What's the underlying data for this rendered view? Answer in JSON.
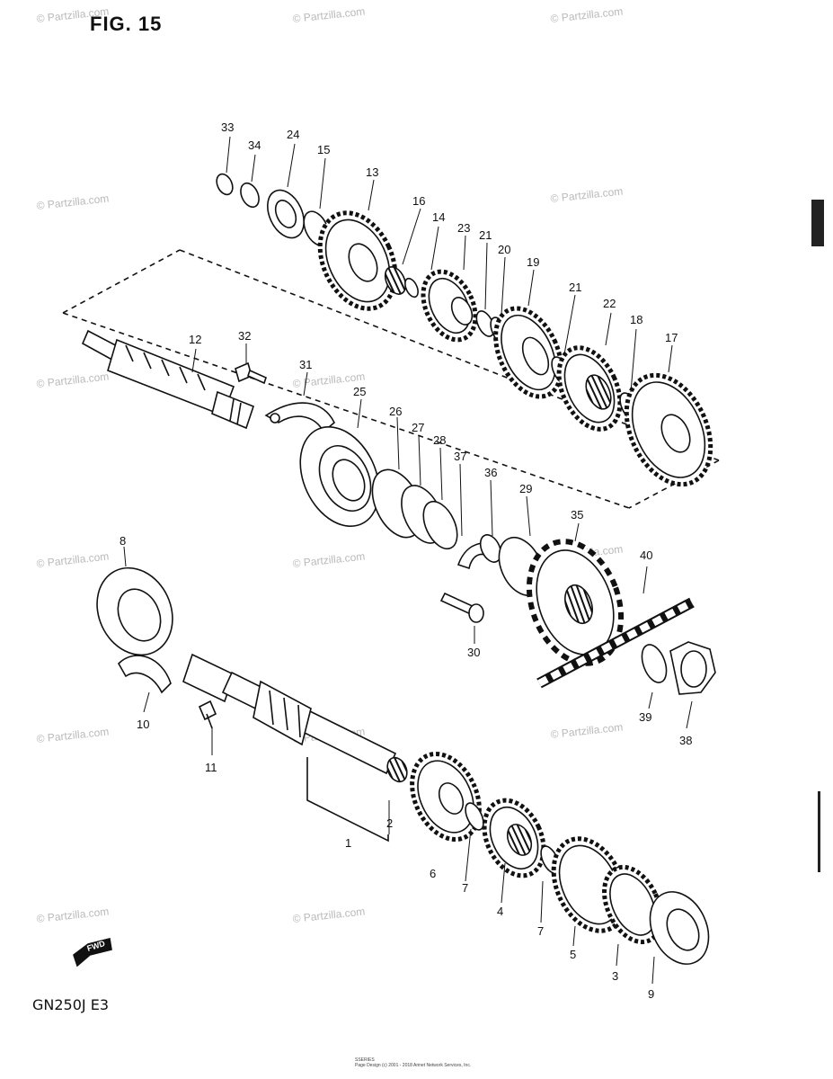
{
  "figure_title": "FIG. 15",
  "model_code": "GN250J  E3",
  "fwd_label": "FWD",
  "watermark_text": "© Partzilla.com",
  "copyright_footer": "Page Design (c) 2001 - 2018 Arinet Network Services, Inc.",
  "footer_code": "SSERIES",
  "callouts": [
    "1",
    "2",
    "3",
    "4",
    "5",
    "6",
    "7",
    "7",
    "8",
    "9",
    "10",
    "11",
    "12",
    "13",
    "14",
    "15",
    "16",
    "17",
    "18",
    "19",
    "20",
    "21",
    "21",
    "22",
    "23",
    "24",
    "25",
    "26",
    "27",
    "28",
    "29",
    "30",
    "31",
    "32",
    "33",
    "34",
    "35",
    "36",
    "37",
    "38",
    "39",
    "40"
  ],
  "colors": {
    "ink": "#111111",
    "watermark": "#b9b9b9"
  }
}
